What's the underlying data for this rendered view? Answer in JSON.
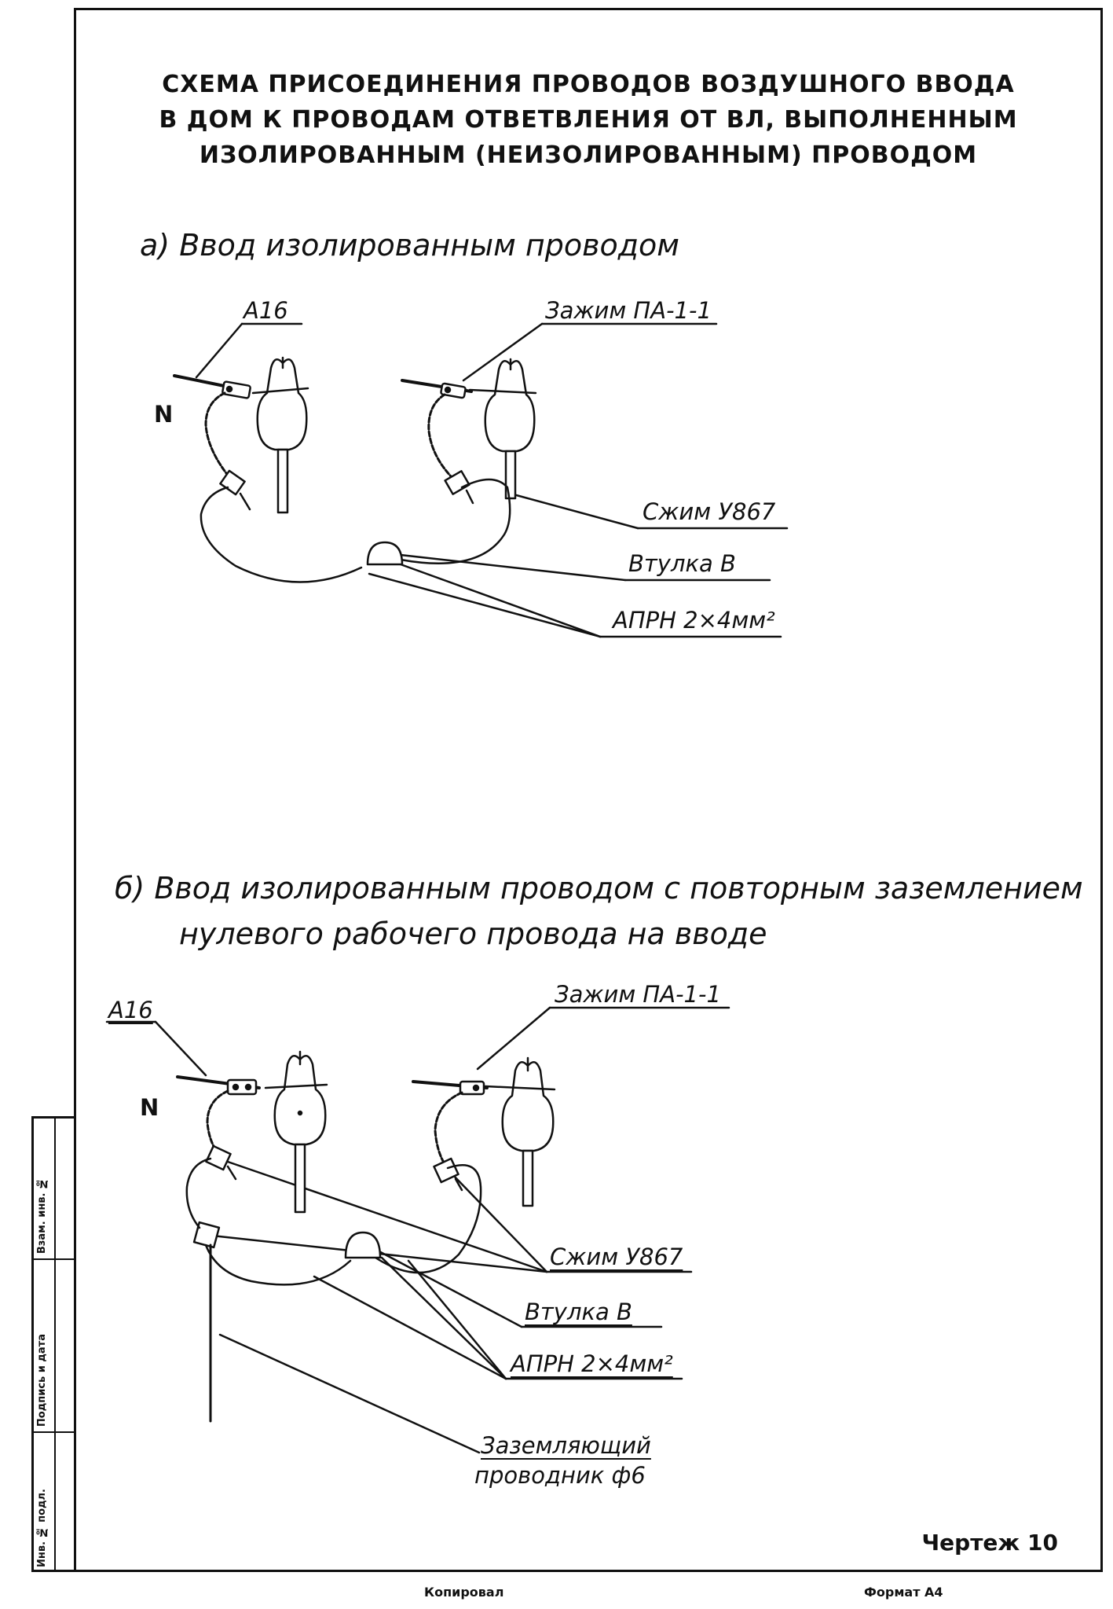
{
  "title": {
    "line1": "СХЕМА ПРИСОЕДИНЕНИЯ ПРОВОДОВ ВОЗДУШНОГО ВВОДА",
    "line2": "В ДОМ К ПРОВОДАМ ОТВЕТВЛЕНИЯ ОТ ВЛ, ВЫПОЛНЕННЫМ",
    "line3": "ИЗОЛИРОВАННЫМ (НЕИЗОЛИРОВАННЫМ) ПРОВОДОМ"
  },
  "section_a": {
    "heading": "а) Ввод изолированным проводом",
    "labels": {
      "a16": "А16",
      "clamp_pa": "Зажим ПА-1-1",
      "neutral": "N",
      "squeeze": "Сжим У867",
      "sleeve": "Втулка В",
      "wire": "АПРН 2×4мм²"
    }
  },
  "section_b": {
    "heading_line1": "б) Ввод изолированным проводом с повторным заземлением",
    "heading_line2": "нулевого рабочего провода на вводе",
    "labels": {
      "a16": "А16",
      "clamp_pa": "Зажим ПА-1-1",
      "neutral": "N",
      "squeeze": "Сжим У867",
      "sleeve": "Втулка В",
      "wire": "АПРН 2×4мм²",
      "ground_line1": "Заземляющий",
      "ground_line2": "проводник ф6"
    }
  },
  "stamp": {
    "cell1": "Инв. № подл.",
    "cell2": "Подпись и дата",
    "cell3": "Взам. инв. №"
  },
  "drawing_number": "Чертеж 10",
  "footer": {
    "copied": "Копировал",
    "format": "Формат А4"
  }
}
